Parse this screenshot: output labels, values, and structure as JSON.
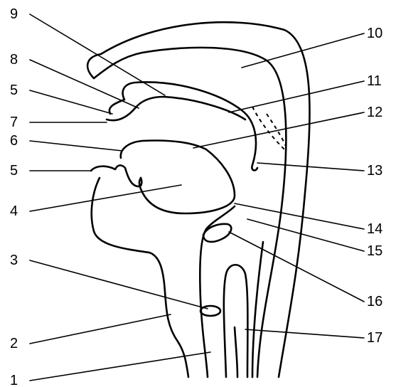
{
  "labels": {
    "l1": "1",
    "l2": "2",
    "l3": "3",
    "l4": "4",
    "l5a": "5",
    "l5b": "5",
    "l6": "6",
    "l7": "7",
    "l8": "8",
    "l9": "9",
    "l10": "10",
    "l11": "11",
    "l12": "12",
    "l13": "13",
    "l14": "14",
    "l15": "15",
    "l16": "16",
    "l17": "17"
  }
}
